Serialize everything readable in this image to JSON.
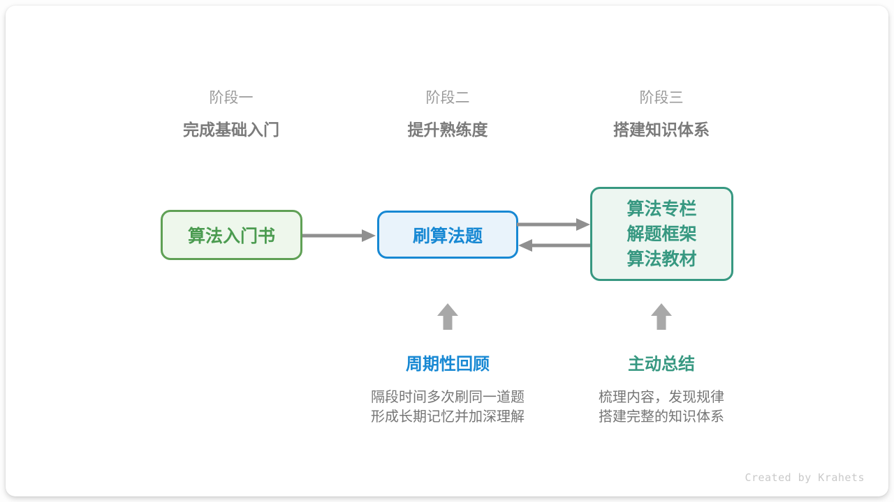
{
  "stages": [
    {
      "label": "阶段一",
      "subtitle": "完成基础入门"
    },
    {
      "label": "阶段二",
      "subtitle": "提升熟练度"
    },
    {
      "label": "阶段三",
      "subtitle": "搭建知识体系"
    }
  ],
  "nodes": {
    "intro_book": {
      "label": "算法入门书"
    },
    "practice": {
      "label": "刷算法题"
    },
    "resources": {
      "lines": [
        "算法专栏",
        "解题框架",
        "算法教材"
      ]
    }
  },
  "callouts": {
    "review": {
      "title": "周期性回顾",
      "desc_line1": "隔段时间多次刷同一道题",
      "desc_line2": "形成长期记忆并加深理解"
    },
    "summarize": {
      "title": "主动总结",
      "desc_line1": "梳理内容，发现规律",
      "desc_line2": "搭建完整的知识体系"
    }
  },
  "footer": {
    "credit": "Created by Krahets"
  },
  "colors": {
    "green_border": "#5fa055",
    "green_text": "#4b9b50",
    "green_bg": "#eef7ec",
    "blue_accent": "#1788d3",
    "blue_bg": "#e9f3fb",
    "teal_accent": "#379881",
    "teal_bg": "#edf6f1",
    "flow_arrow_gray": "#8f8f8f",
    "block_arrow_gray": "#a8a8a8",
    "stage_label_gray": "#9b9b9b",
    "stage_subtitle_gray": "#7a7a7a",
    "desc_gray": "#757575",
    "credit_gray": "#c9c9c9"
  }
}
